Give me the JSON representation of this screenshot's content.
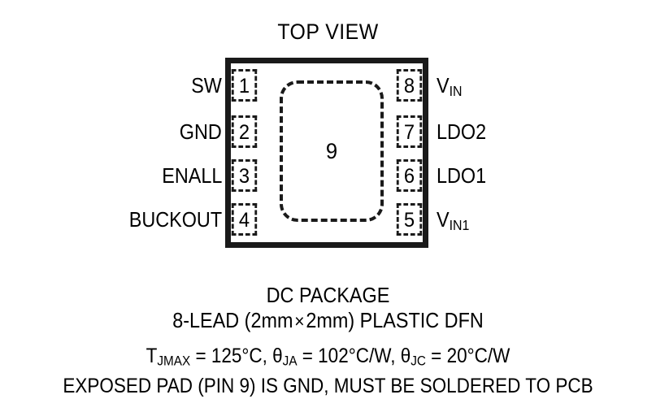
{
  "diagram": {
    "title": "TOP VIEW",
    "exposed_pad_number": "9",
    "pins_left": [
      {
        "number": "1",
        "label": "SW"
      },
      {
        "number": "2",
        "label": "GND"
      },
      {
        "number": "3",
        "label": "ENALL"
      },
      {
        "number": "4",
        "label": "BUCKOUT"
      }
    ],
    "pins_right": [
      {
        "number": "8",
        "label": "V",
        "sub": "IN"
      },
      {
        "number": "7",
        "label": "LDO2",
        "sub": ""
      },
      {
        "number": "6",
        "label": "LDO1",
        "sub": ""
      },
      {
        "number": "5",
        "label": "V",
        "sub": "IN1"
      }
    ]
  },
  "caption": {
    "package_name": "DC PACKAGE",
    "lead_description_pre": "8-LEAD (2mm",
    "lead_description_times": "×",
    "lead_description_post": "2mm) PLASTIC DFN",
    "thermal_tj_symbol": "T",
    "thermal_tj_sub": "JMAX",
    "thermal_tj_value": " = 125°C, ",
    "thermal_ja_symbol": "θ",
    "thermal_ja_sub": "JA",
    "thermal_ja_value": " = 102°C/W, ",
    "thermal_jc_symbol": "θ",
    "thermal_jc_sub": "JC",
    "thermal_jc_value": " = 20°C/W",
    "exposed_pad_note": "EXPOSED PAD (PIN 9) IS GND, MUST BE SOLDERED TO PCB"
  },
  "colors": {
    "outline": "#1a1a1a",
    "background": "#ffffff",
    "text": "#000000"
  }
}
